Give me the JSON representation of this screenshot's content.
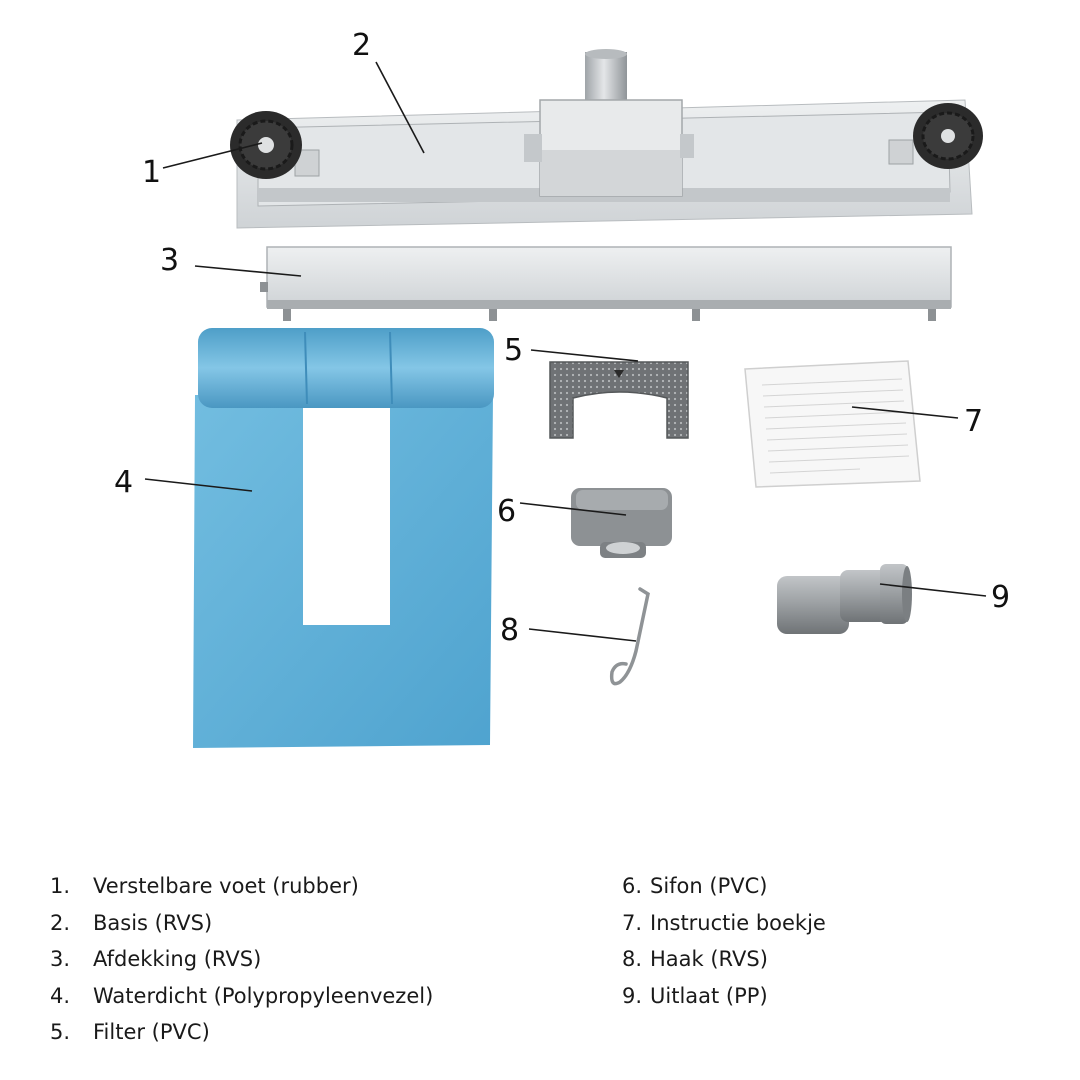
{
  "callouts": [
    "1",
    "2",
    "3",
    "4",
    "5",
    "6",
    "7",
    "8",
    "9"
  ],
  "legend": {
    "left": [
      {
        "num": "1.",
        "label": "Verstelbare voet (rubber)"
      },
      {
        "num": "2.",
        "label": "Basis (RVS)"
      },
      {
        "num": "3.",
        "label": "Afdekking (RVS)"
      },
      {
        "num": "4.",
        "label": "Waterdicht (Polypropyleenvezel)"
      },
      {
        "num": "5.",
        "label": "Filter (PVC)"
      }
    ],
    "right": [
      {
        "num": "6.",
        "label": "Sifon (PVC)"
      },
      {
        "num": "7.",
        "label": "Instructie boekje"
      },
      {
        "num": "8.",
        "label": "Haak (RVS)"
      },
      {
        "num": "9.",
        "label": "Uitlaat (PP)"
      }
    ]
  },
  "colors": {
    "steel": "#d9dcde",
    "steel_dark": "#a9adb0",
    "membrane_blue": "#63b1d6",
    "rubber": "#2b2b2b",
    "pvc_grey": "#8d9194",
    "pp_grey": "#9ea2a5",
    "filter_grey": "#6f7275"
  }
}
